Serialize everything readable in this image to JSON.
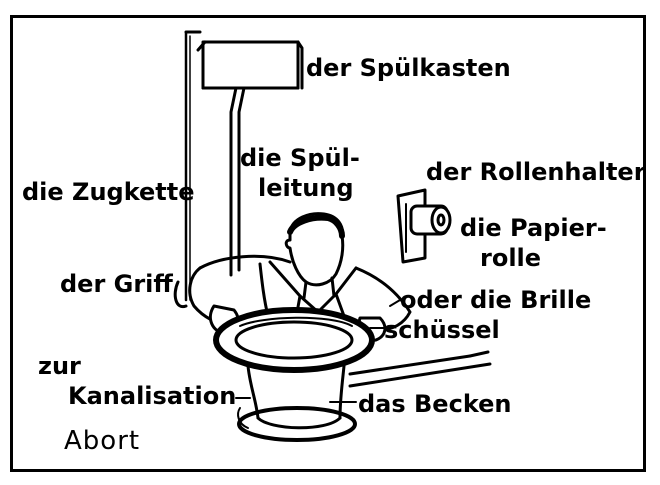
{
  "labels": {
    "spuelkasten": "der Spülkasten",
    "spuel_line1": "die Spül-",
    "spuel_line2": "leitung",
    "zugkette": "die Zugkette",
    "rollenhalter": "der Rollenhalter",
    "papier_line1": "die Papier-",
    "papier_line2": "rolle",
    "griff": "der Griff",
    "brille": "oder die Brille",
    "schuessel": "schüssel",
    "zur": "zur",
    "kanalisation": "Kanalisation",
    "becken": "das Becken"
  },
  "title": "Abort"
}
